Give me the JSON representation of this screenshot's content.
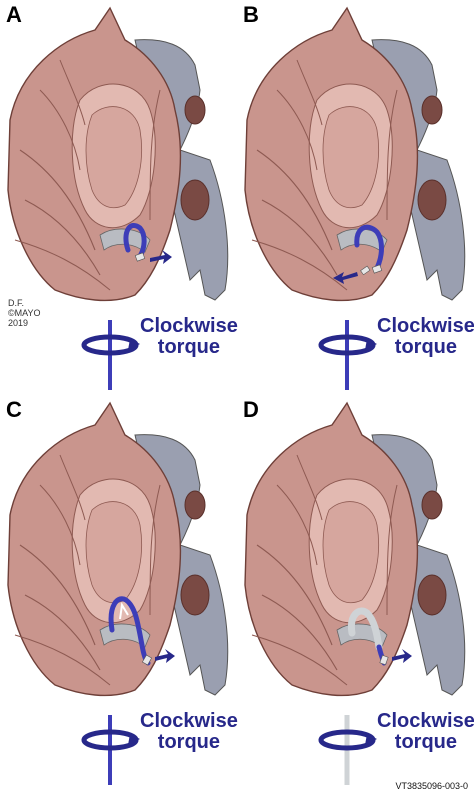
{
  "panels": [
    {
      "letter": "A",
      "torque_line1": "Clockwise",
      "torque_line2": "torque",
      "catheter_color": "#3d3db8",
      "shaft_color": "#3d3db8",
      "step": "deflected-near-wall"
    },
    {
      "letter": "B",
      "torque_line1": "Clockwise",
      "torque_line2": "torque",
      "catheter_color": "#3d3db8",
      "shaft_color": "#3d3db8",
      "step": "tip-advanced"
    },
    {
      "letter": "C",
      "torque_line1": "Clockwise",
      "torque_line2": "torque",
      "catheter_color": "#3d3db8",
      "shaft_color": "#3d3db8",
      "step": "loop-formed"
    },
    {
      "letter": "D",
      "torque_line1": "Clockwise",
      "torque_line2": "torque",
      "catheter_color": "#cfd3d6",
      "shaft_color": "#cfd3d6",
      "step": "sheath-advanced"
    }
  ],
  "credit": {
    "line1": "D.F.",
    "line2": "©MAYO",
    "line3": "2019"
  },
  "figure_id": "VT3835096-003-0",
  "colors": {
    "tissue": "#c9958d",
    "tissue_dark": "#8e5a52",
    "tissue_light": "#e2b9b1",
    "vessel": "#9a9fb0",
    "arrow": "#27288a"
  }
}
